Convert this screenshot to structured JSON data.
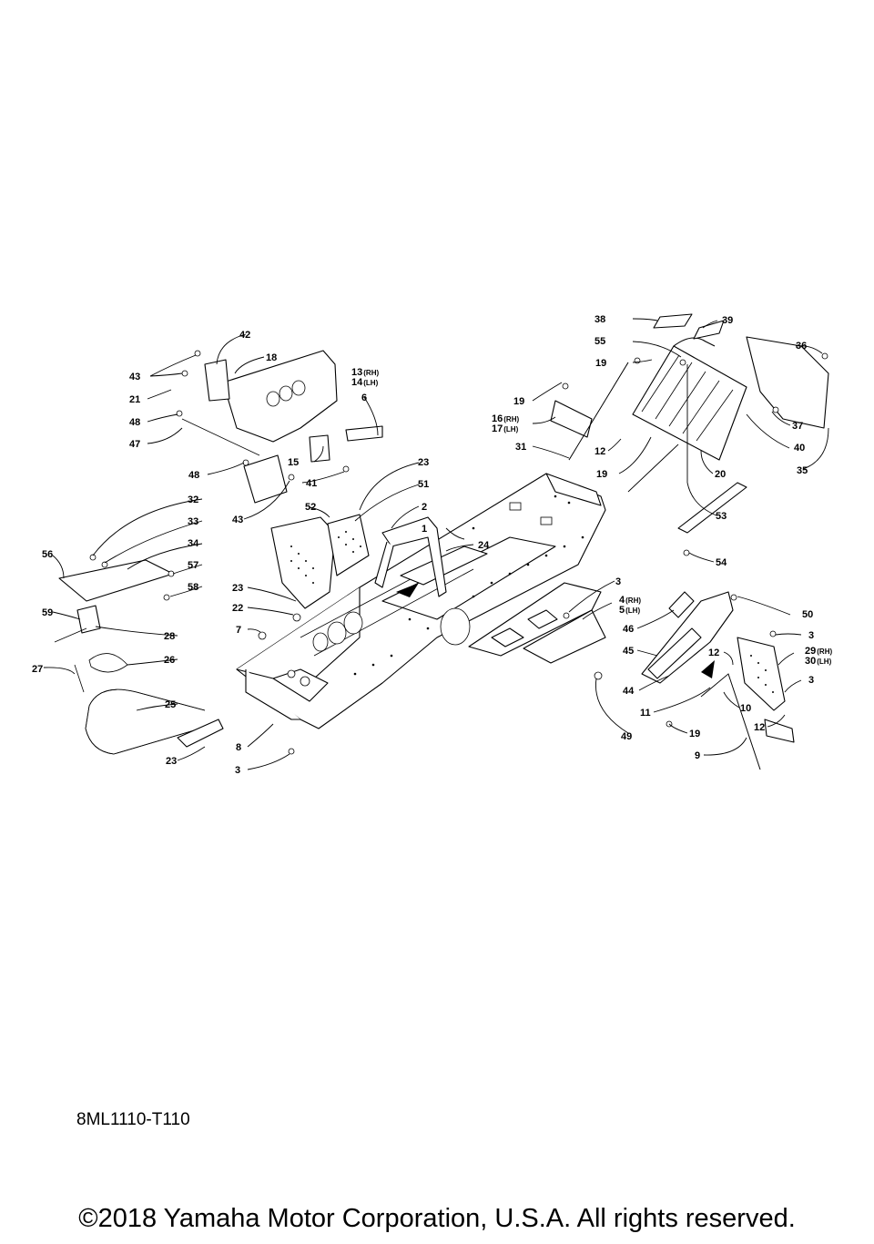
{
  "diagram": {
    "drawing_code": "8ML1110-T110",
    "copyright": "©2018 Yamaha Motor Corporation, U.S.A. All rights reserved.",
    "callouts": [
      {
        "id": "c1",
        "label": "1"
      },
      {
        "id": "c2",
        "label": "2"
      },
      {
        "id": "c3a",
        "label": "3"
      },
      {
        "id": "c3b",
        "label": "3"
      },
      {
        "id": "c3c",
        "label": "3"
      },
      {
        "id": "c3d",
        "label": "3"
      },
      {
        "id": "c4",
        "label": "4",
        "sub": "(RH)"
      },
      {
        "id": "c5",
        "label": "5",
        "sub": "(LH)"
      },
      {
        "id": "c6",
        "label": "6"
      },
      {
        "id": "c7",
        "label": "7"
      },
      {
        "id": "c8",
        "label": "8"
      },
      {
        "id": "c9",
        "label": "9"
      },
      {
        "id": "c10",
        "label": "10"
      },
      {
        "id": "c11",
        "label": "11"
      },
      {
        "id": "c12a",
        "label": "12"
      },
      {
        "id": "c12b",
        "label": "12"
      },
      {
        "id": "c12c",
        "label": "12"
      },
      {
        "id": "c13",
        "label": "13",
        "sub": "(RH)"
      },
      {
        "id": "c14",
        "label": "14",
        "sub": "(LH)"
      },
      {
        "id": "c15",
        "label": "15"
      },
      {
        "id": "c16",
        "label": "16",
        "sub": "(RH)"
      },
      {
        "id": "c17",
        "label": "17",
        "sub": "(LH)"
      },
      {
        "id": "c18",
        "label": "18"
      },
      {
        "id": "c19a",
        "label": "19"
      },
      {
        "id": "c19b",
        "label": "19"
      },
      {
        "id": "c19c",
        "label": "19"
      },
      {
        "id": "c19d",
        "label": "19"
      },
      {
        "id": "c20",
        "label": "20"
      },
      {
        "id": "c21",
        "label": "21"
      },
      {
        "id": "c22",
        "label": "22"
      },
      {
        "id": "c23a",
        "label": "23"
      },
      {
        "id": "c23b",
        "label": "23"
      },
      {
        "id": "c23c",
        "label": "23"
      },
      {
        "id": "c24",
        "label": "24"
      },
      {
        "id": "c25",
        "label": "25"
      },
      {
        "id": "c26",
        "label": "26"
      },
      {
        "id": "c27",
        "label": "27"
      },
      {
        "id": "c28",
        "label": "28"
      },
      {
        "id": "c29",
        "label": "29",
        "sub": "(RH)"
      },
      {
        "id": "c30",
        "label": "30",
        "sub": "(LH)"
      },
      {
        "id": "c31",
        "label": "31"
      },
      {
        "id": "c32",
        "label": "32"
      },
      {
        "id": "c33",
        "label": "33"
      },
      {
        "id": "c34",
        "label": "34"
      },
      {
        "id": "c35",
        "label": "35"
      },
      {
        "id": "c36",
        "label": "36"
      },
      {
        "id": "c37",
        "label": "37"
      },
      {
        "id": "c38",
        "label": "38"
      },
      {
        "id": "c39",
        "label": "39"
      },
      {
        "id": "c40",
        "label": "40"
      },
      {
        "id": "c41",
        "label": "41"
      },
      {
        "id": "c42",
        "label": "42"
      },
      {
        "id": "c43a",
        "label": "43"
      },
      {
        "id": "c43b",
        "label": "43"
      },
      {
        "id": "c44",
        "label": "44"
      },
      {
        "id": "c45",
        "label": "45"
      },
      {
        "id": "c46",
        "label": "46"
      },
      {
        "id": "c47",
        "label": "47"
      },
      {
        "id": "c48a",
        "label": "48"
      },
      {
        "id": "c48b",
        "label": "48"
      },
      {
        "id": "c49",
        "label": "49"
      },
      {
        "id": "c50",
        "label": "50"
      },
      {
        "id": "c51",
        "label": "51"
      },
      {
        "id": "c52",
        "label": "52"
      },
      {
        "id": "c53",
        "label": "53"
      },
      {
        "id": "c54",
        "label": "54"
      },
      {
        "id": "c55",
        "label": "55"
      },
      {
        "id": "c56",
        "label": "56"
      },
      {
        "id": "c57",
        "label": "57"
      },
      {
        "id": "c58",
        "label": "58"
      },
      {
        "id": "c59",
        "label": "59"
      }
    ]
  }
}
